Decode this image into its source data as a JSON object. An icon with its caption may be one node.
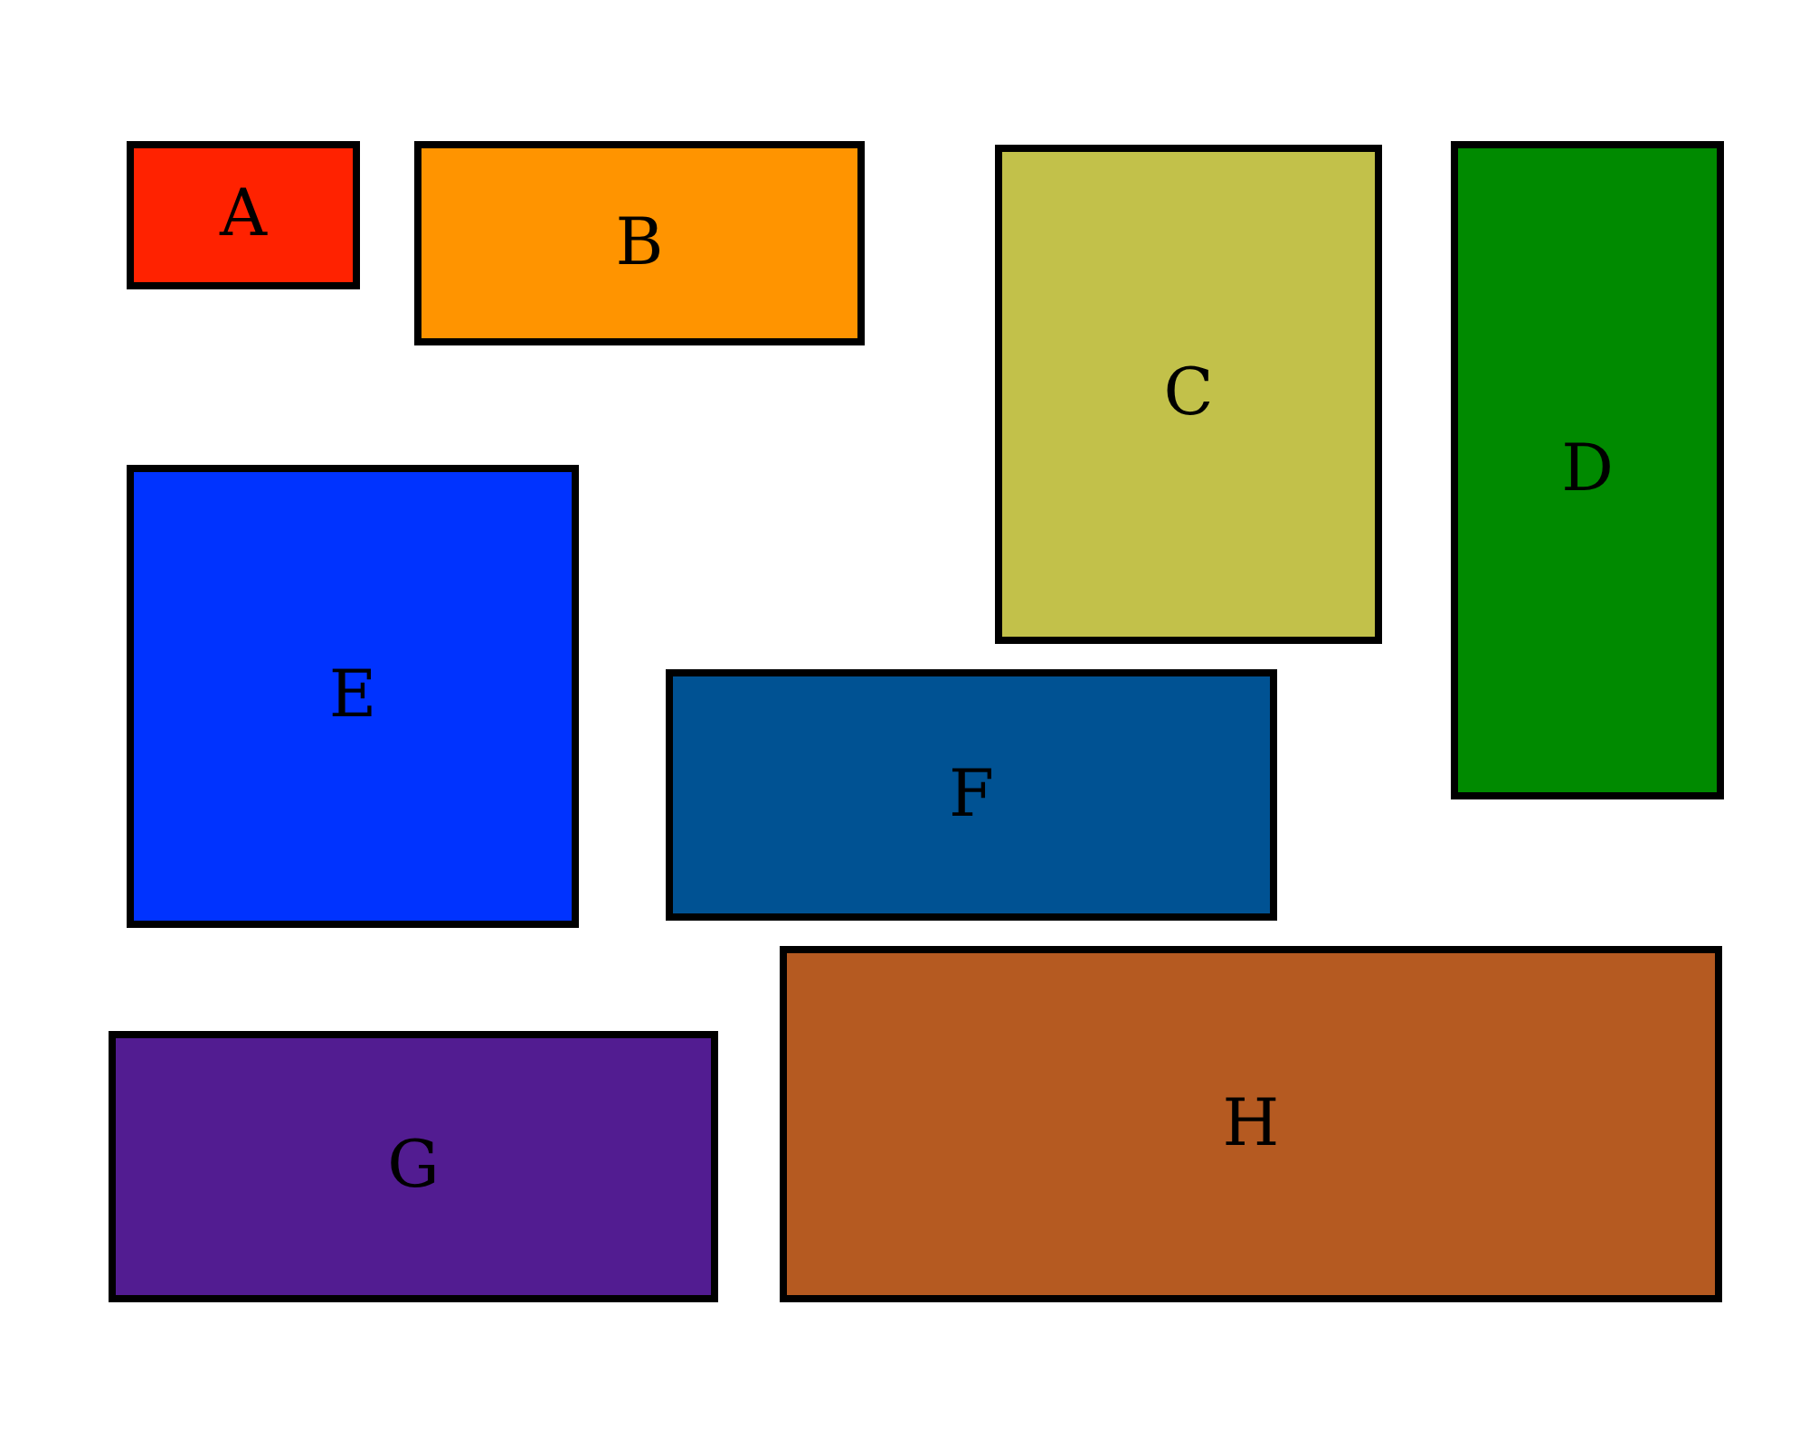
{
  "diagram": {
    "nodes": [
      {
        "text": [
          "A"
        ]
      },
      {
        "text": [
          "B"
        ]
      },
      {
        "text": [
          "C"
        ]
      },
      {
        "text": [
          "D"
        ]
      },
      {
        "text": [
          "E"
        ]
      },
      {
        "text": [
          "F"
        ]
      },
      {
        "text": [
          "G"
        ]
      },
      {
        "text": [
          "H"
        ]
      }
    ]
  }
}
